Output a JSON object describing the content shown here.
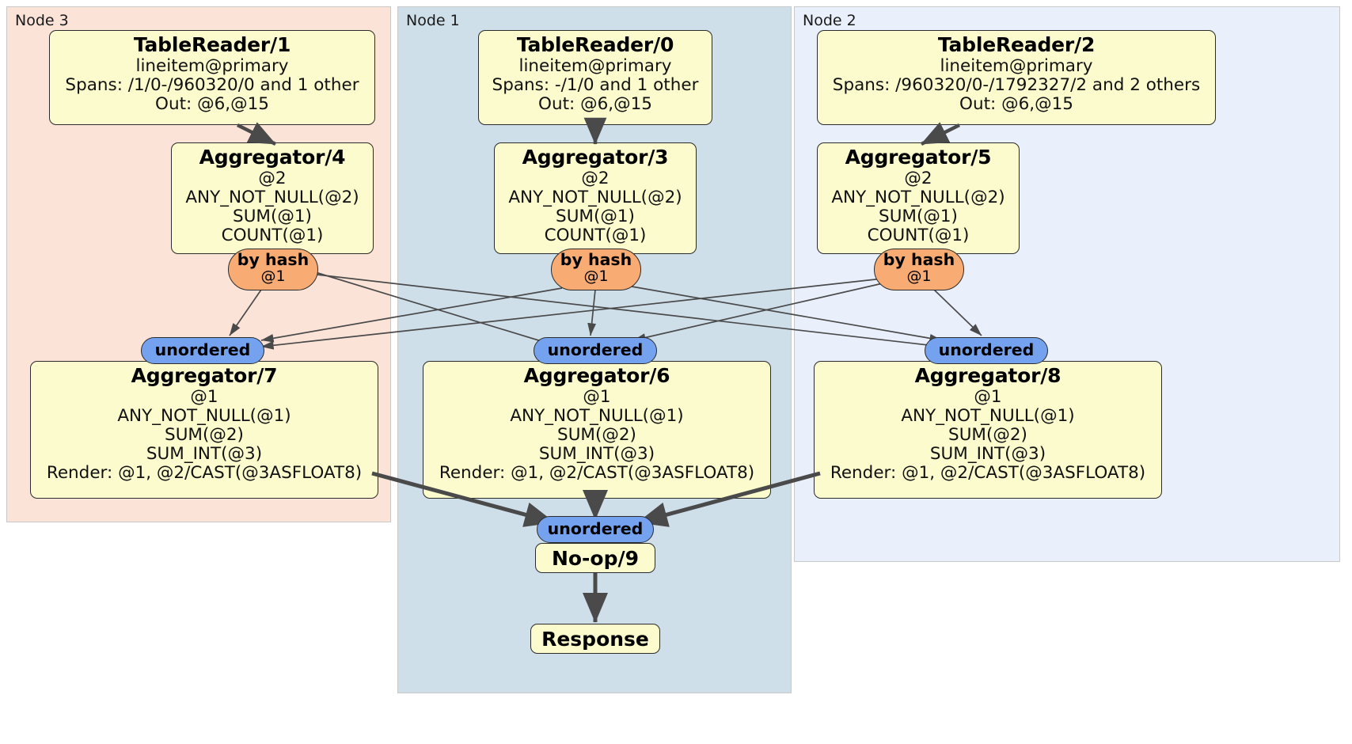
{
  "diagram": {
    "type": "distributed-query-plan",
    "colors": {
      "node3_panel": "#fbe3d8",
      "node1_panel": "#cfdfea",
      "node2_panel": "#eaf0fb",
      "processor_fill": "#fbfbcd",
      "hash_router_fill": "#f8ab72",
      "unordered_synchronizer_fill": "#75a2ef",
      "stroke": "#2b2b2b",
      "thin_edge": "#4a4a4a"
    },
    "panels": [
      {
        "id": "node3",
        "label": "Node 3"
      },
      {
        "id": "node1",
        "label": "Node 1"
      },
      {
        "id": "node2",
        "label": "Node 2"
      }
    ]
  },
  "processors": {
    "table_reader_1": {
      "title": "TableReader/1",
      "line1": "lineitem@primary",
      "line2": "Spans: /1/0-/960320/0 and 1 other",
      "line3": "Out: @6,@15"
    },
    "table_reader_0": {
      "title": "TableReader/0",
      "line1": "lineitem@primary",
      "line2": "Spans: -/1/0 and 1 other",
      "line3": "Out: @6,@15"
    },
    "table_reader_2": {
      "title": "TableReader/2",
      "line1": "lineitem@primary",
      "line2": "Spans: /960320/0-/1792327/2 and 2 others",
      "line3": "Out: @6,@15"
    },
    "aggregator_4": {
      "title": "Aggregator/4",
      "line1": "@2",
      "line2": "ANY_NOT_NULL(@2)",
      "line3": "SUM(@1)",
      "line4": "COUNT(@1)"
    },
    "aggregator_3": {
      "title": "Aggregator/3",
      "line1": "@2",
      "line2": "ANY_NOT_NULL(@2)",
      "line3": "SUM(@1)",
      "line4": "COUNT(@1)"
    },
    "aggregator_5": {
      "title": "Aggregator/5",
      "line1": "@2",
      "line2": "ANY_NOT_NULL(@2)",
      "line3": "SUM(@1)",
      "line4": "COUNT(@1)"
    },
    "aggregator_7": {
      "title": "Aggregator/7",
      "line1": "@1",
      "line2": "ANY_NOT_NULL(@1)",
      "line3": "SUM(@2)",
      "line4": "SUM_INT(@3)",
      "line5": "Render: @1, @2/CAST(@3ASFLOAT8)"
    },
    "aggregator_6": {
      "title": "Aggregator/6",
      "line1": "@1",
      "line2": "ANY_NOT_NULL(@1)",
      "line3": "SUM(@2)",
      "line4": "SUM_INT(@3)",
      "line5": "Render: @1, @2/CAST(@3ASFLOAT8)"
    },
    "aggregator_8": {
      "title": "Aggregator/8",
      "line1": "@1",
      "line2": "ANY_NOT_NULL(@1)",
      "line3": "SUM(@2)",
      "line4": "SUM_INT(@3)",
      "line5": "Render: @1, @2/CAST(@3ASFLOAT8)"
    },
    "noop_9": {
      "title": "No-op/9"
    },
    "response": {
      "title": "Response"
    }
  },
  "routers": {
    "hash_left": {
      "title": "by hash",
      "sub": "@1"
    },
    "hash_center": {
      "title": "by hash",
      "sub": "@1"
    },
    "hash_right": {
      "title": "by hash",
      "sub": "@1"
    }
  },
  "synchronizers": {
    "unordered_left": {
      "title": "unordered"
    },
    "unordered_center": {
      "title": "unordered"
    },
    "unordered_right": {
      "title": "unordered"
    },
    "unordered_final": {
      "title": "unordered"
    }
  }
}
